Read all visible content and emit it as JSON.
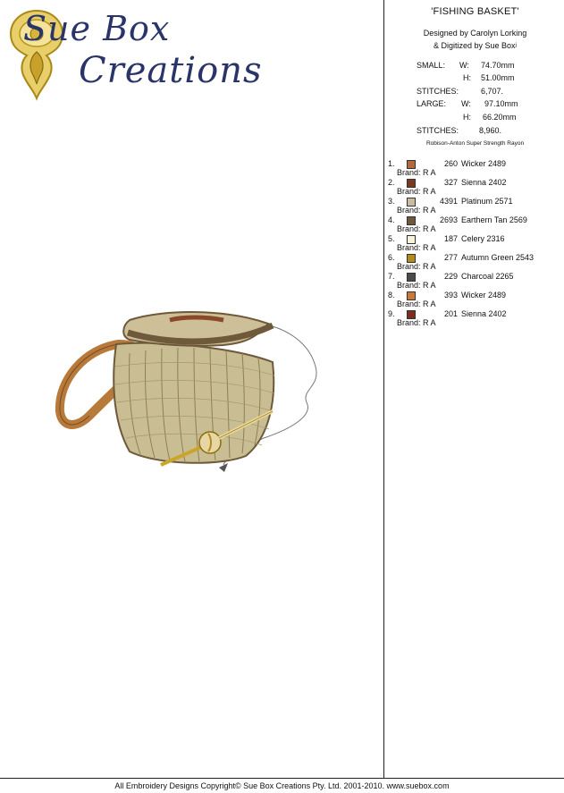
{
  "logo": {
    "line1": "Sue Box",
    "line2": "Creations"
  },
  "design": {
    "title": "'FISHING BASKET'",
    "designed_by": "Designed by Carolyn Lorking",
    "digitized_by": "& Digitized by Sue Boxʲ",
    "small_label": "SMALL:",
    "small_w_label": "W:",
    "small_w": "74.70mm",
    "small_h_label": "H:",
    "small_h": "51.00mm",
    "small_stitches_label": "STITCHES:",
    "small_stitches": "6,707.",
    "large_label": "LARGE:",
    "large_w_label": "W:",
    "large_w": "97.10mm",
    "large_h_label": "H:",
    "large_h": "66.20mm",
    "large_stitches_label": "STITCHES:",
    "large_stitches": "8,960.",
    "thread_brand": "Robison-Anton Super Strength Rayon"
  },
  "colors": [
    {
      "num": "1.",
      "code": "260",
      "name": "Wicker 2489",
      "brand": "Brand: R A",
      "swatch": "#b06a3c"
    },
    {
      "num": "2.",
      "code": "327",
      "name": "Sienna 2402",
      "brand": "Brand: R A",
      "swatch": "#7a3a22"
    },
    {
      "num": "3.",
      "code": "4391",
      "name": "Platinum 2571",
      "brand": "Brand: R A",
      "swatch": "#c8bba0"
    },
    {
      "num": "4.",
      "code": "2693",
      "name": "Earthern Tan 2569",
      "brand": "Brand: R A",
      "swatch": "#6e5a3a"
    },
    {
      "num": "5.",
      "code": "187",
      "name": "Celery 2316",
      "brand": "Brand: R A",
      "swatch": "#f6f3d9"
    },
    {
      "num": "6.",
      "code": "277",
      "name": "Autumn Green 2543",
      "brand": "Brand: R A",
      "swatch": "#b58a1c"
    },
    {
      "num": "7.",
      "code": "229",
      "name": "Charcoal 2265",
      "brand": "Brand: R A",
      "swatch": "#4a4a4a"
    },
    {
      "num": "8.",
      "code": "393",
      "name": "Wicker 2489",
      "brand": "Brand: R A",
      "swatch": "#c77a3a"
    },
    {
      "num": "9.",
      "code": "201",
      "name": "Sienna 2402",
      "brand": "Brand: R A",
      "swatch": "#7a2e1e"
    }
  ],
  "footer": "All Embroidery Designs Copyright© Sue Box Creations Pty. Ltd. 2001-2010. www.suebox.com"
}
